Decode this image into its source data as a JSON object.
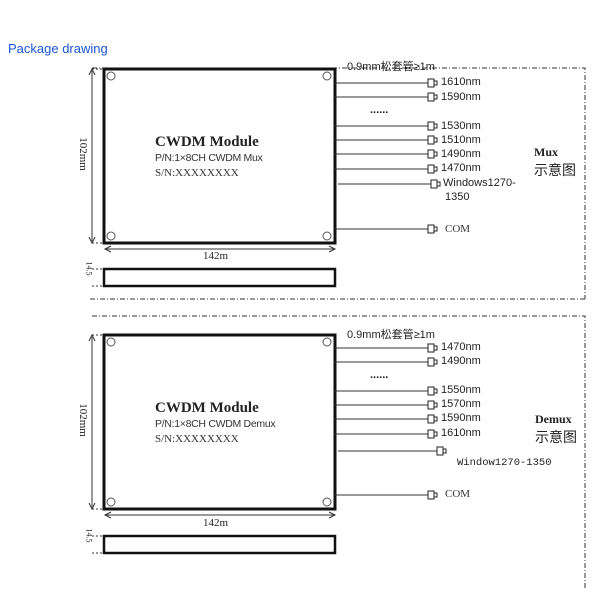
{
  "title": "Package drawing",
  "mux": {
    "tube": "0.9mm松套管≥1m",
    "module": "CWDM Module",
    "pn": "P/N:1×8CH CWDM Mux",
    "sn": "S/N:XXXXXXXX",
    "height_dim": "102mm",
    "width_dim": "142m",
    "thickness_dim": "14.5",
    "ports": [
      "1610nm",
      "1590nm",
      "1530nm",
      "1510nm",
      "1490nm",
      "1470nm"
    ],
    "ellipsis": "......",
    "window": "Windows1270-",
    "window2": "1350",
    "com": "COM",
    "side_label": "Mux",
    "side_label_cn": "示意图"
  },
  "demux": {
    "tube": "0.9mm松套管≥1m",
    "module": "CWDM Module",
    "pn": "P/N:1×8CH CWDM Demux",
    "sn": "S/N:XXXXXXXX",
    "height_dim": "102mm",
    "width_dim": "142m",
    "thickness_dim": "14.5",
    "ports": [
      "1470nm",
      "1490nm",
      "1550nm",
      "1570nm",
      "1590nm",
      "1610nm"
    ],
    "ellipsis": "......",
    "window": "Window1270-1350",
    "com": "COM",
    "side_label": "Demux",
    "side_label_cn": "示意图"
  }
}
